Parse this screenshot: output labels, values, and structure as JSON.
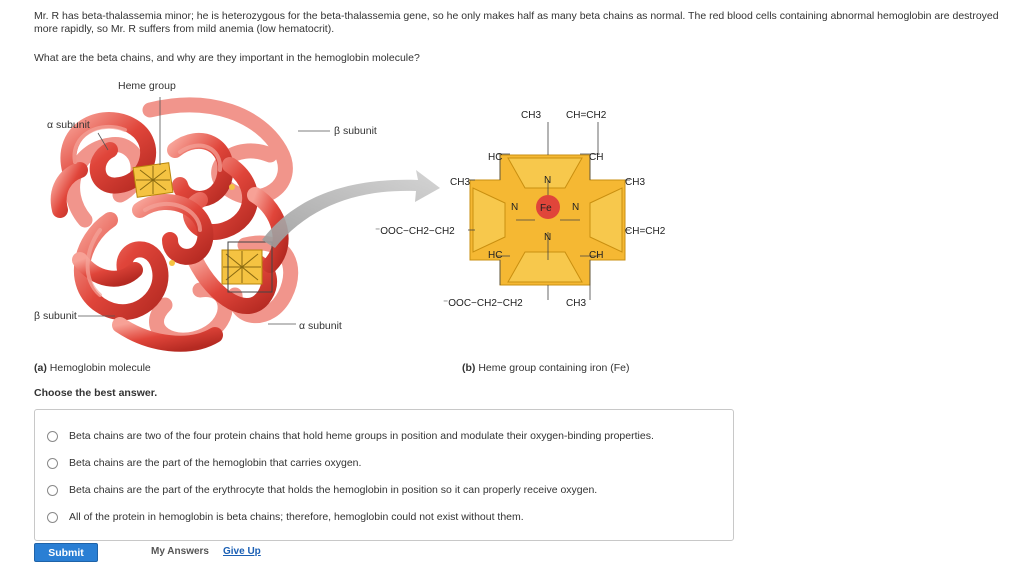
{
  "intro": "Mr. R has beta-thalassemia minor; he is heterozygous for the beta-thalassemia gene, so he only makes half as many beta chains as normal. The red blood cells containing abnormal hemoglobin are destroyed more rapidly, so Mr. R suffers from mild anemia (low hematocrit).",
  "question": "What are the beta chains, and why are they important in the hemoglobin molecule?",
  "figure": {
    "labels": {
      "heme_group": "Heme group",
      "alpha_top": "α subunit",
      "beta_right": "β subunit",
      "beta_left": "β subunit",
      "alpha_bottom": "α subunit"
    },
    "caption_a_letter": "(a)",
    "caption_a": "Hemoglobin molecule",
    "caption_b_letter": "(b)",
    "caption_b": "Heme group containing iron (Fe)",
    "heme": {
      "ch3_top": "CH3",
      "vinyl_top": "CH=CH2",
      "hc_top": "HC",
      "ch_top": "CH",
      "ch3_left": "CH3",
      "ch3_right": "CH3",
      "fe": "Fe",
      "n_top": "N",
      "n_left": "N",
      "n_right": "N",
      "n_bottom": "N",
      "prop_left": "⁻OOC−CH2−CH2",
      "vinyl_right": "CH=CH2",
      "hc_bottom": "HC",
      "ch_bottom": "CH",
      "prop_bottom": "⁻OOC−CH2−CH2",
      "ch3_bottom": "CH3"
    },
    "colors": {
      "protein": "#e0453a",
      "heme": "#f5b833",
      "iron": "#e0453a"
    }
  },
  "choose_label": "Choose the best answer.",
  "options": [
    "Beta chains are two of the four protein chains that hold heme groups in position and modulate their oxygen-binding properties.",
    "Beta chains are the part of the hemoglobin that carries oxygen.",
    "Beta chains are the part of the erythrocyte that holds the hemoglobin in position so it can properly receive oxygen.",
    "All of the protein in hemoglobin is beta chains; therefore, hemoglobin could not exist without them."
  ],
  "submit_label": "Submit",
  "my_answers_label": "My Answers",
  "give_up_label": "Give Up"
}
